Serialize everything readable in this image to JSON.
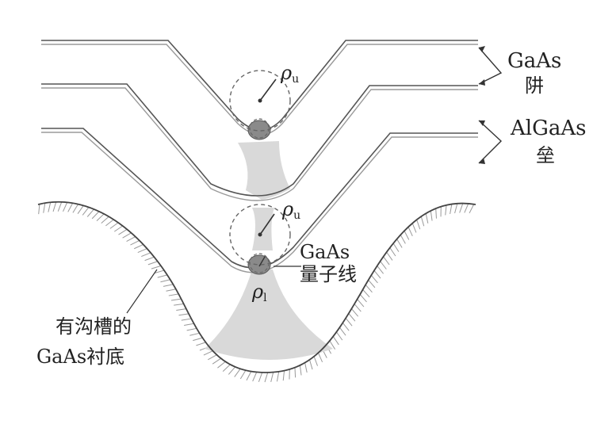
{
  "labels": {
    "gaas_well_line1": "GaAs",
    "gaas_well_line2": "阱",
    "algaas_barrier_line1": "AlGaAs",
    "algaas_barrier_line2": "垒",
    "qwire_line1": "GaAs",
    "qwire_line2": "量子线",
    "substrate_line1": "有沟槽的",
    "substrate_line2": "GaAs衬底",
    "rho_upper_symbol": "ρ",
    "rho_upper_subscript": "u",
    "rho_upper2_symbol": "ρ",
    "rho_upper2_subscript": "u",
    "rho_lower_symbol": "ρ",
    "rho_lower_subscript": "l"
  },
  "colors": {
    "layer_line": "#555555",
    "layer_line_light": "#9a9a9a",
    "fill_light": "#d9d9d9",
    "fill_dark": "#8a8a8a",
    "hatch": "#999999",
    "text": "#222222"
  }
}
